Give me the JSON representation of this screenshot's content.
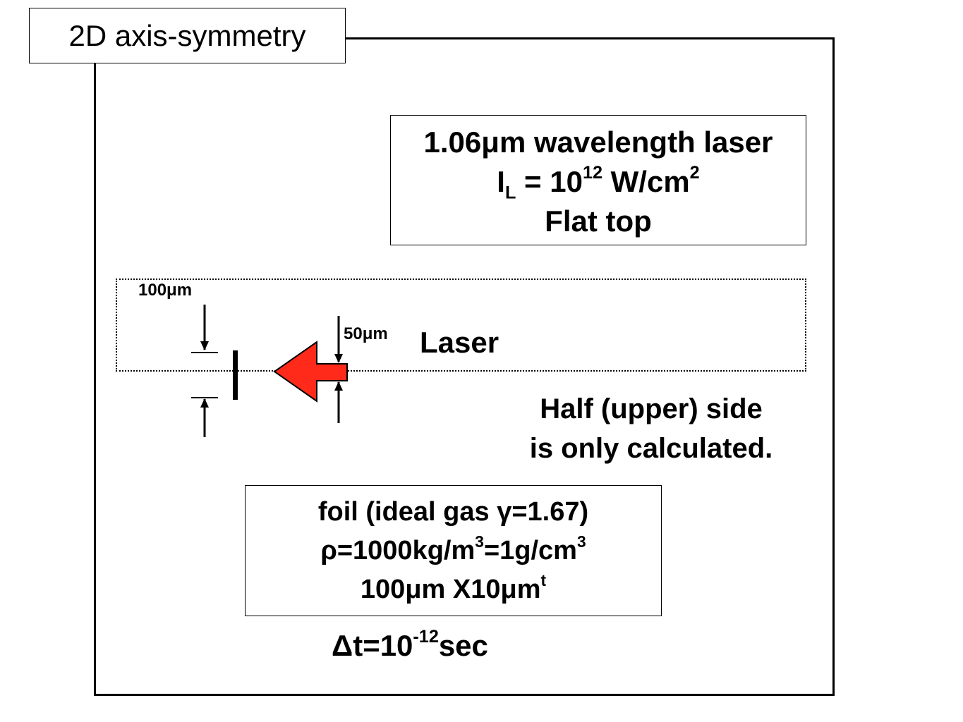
{
  "title_tab": "2D axis-symmetry",
  "laser_box": {
    "line1": "1.06μm wavelength laser",
    "intensity_prefix": "I",
    "intensity_sub": "L",
    "intensity_mid": " = 10",
    "intensity_exp": "12",
    "intensity_unit": " W/cm",
    "intensity_unit_exp": "2",
    "line3": "Flat top"
  },
  "dimension_labels": {
    "foil_height": "100μm",
    "beam_radius": "50μm"
  },
  "laser_label": "Laser",
  "note": {
    "line1": "Half (upper) side",
    "line2": "is only calculated."
  },
  "foil_box": {
    "line1": "foil (ideal gas γ=1.67)",
    "density_a": "ρ=1000kg/m",
    "density_a_exp": "3",
    "density_b": "=1g/cm",
    "density_b_exp": "3",
    "size_main": "100μm X10μm",
    "size_sup": "t"
  },
  "timestep": {
    "prefix": "Δt=10",
    "exp": "-12",
    "unit": "sec"
  },
  "colors": {
    "laser_arrow_fill": "#ff2a1a",
    "laser_arrow_stroke": "#000000"
  }
}
